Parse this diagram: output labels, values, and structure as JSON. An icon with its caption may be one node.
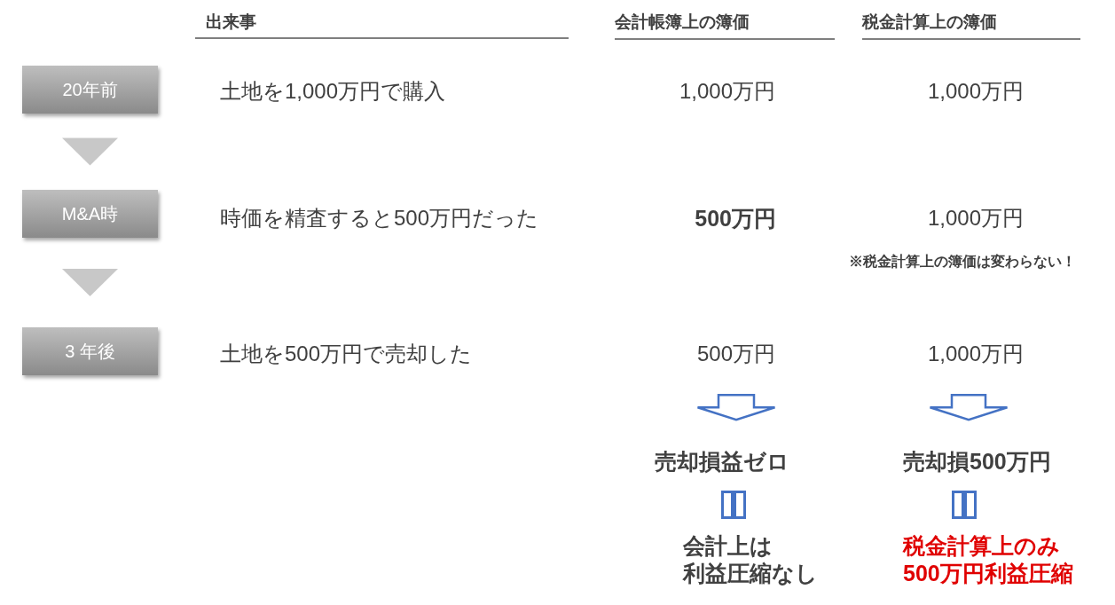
{
  "diagram": {
    "nodes": [
      {
        "text": [
          "20年前"
        ]
      },
      {
        "text": [
          "M&A時"
        ]
      },
      {
        "text": [
          "3 年後"
        ]
      },
      {
        "text": [
          "500万円"
        ]
      },
      {
        "text": [
          "1,000万円"
        ]
      },
      {
        "text": [
          "売却損益ゼロ"
        ]
      },
      {
        "text": [
          "売却損500万円"
        ]
      }
    ],
    "edges": [
      {
        "from": 0,
        "to": 1,
        "arrow": "to"
      },
      {
        "from": 1,
        "to": 2,
        "arrow": "to"
      },
      {
        "from": 3,
        "to": 5,
        "arrow": "to",
        "color": "#4472c4"
      },
      {
        "from": 4,
        "to": 6,
        "arrow": "to",
        "color": "#4472c4"
      }
    ],
    "labels": [
      "出来事",
      "会計帳簿上の簿価",
      "税金計算上の簿価",
      "土地を1,000万円で購入",
      "1,000万円",
      "1,000万円",
      "時価を精査すると500万円だった",
      "500万円",
      "1,000万円",
      "※税金計算上の簿価は変わらない！",
      "土地を500万円で売却した",
      "会計上は利益圧縮なし",
      "税金計算上のみ500万円利益圧縮"
    ]
  }
}
